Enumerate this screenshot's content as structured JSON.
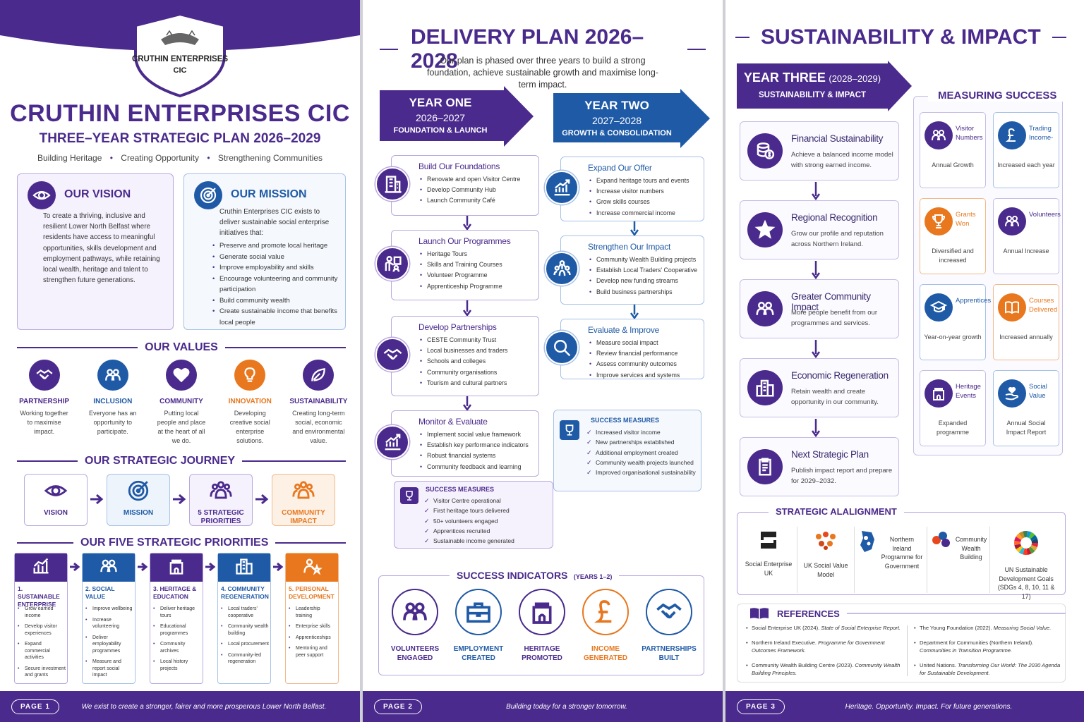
{
  "p1": {
    "logo_line1": "CRUTHIN ENTERPRISES",
    "logo_line2": "CIC",
    "title": "CRUTHIN ENTERPRISES CIC",
    "subtitle": "THREE–YEAR STRATEGIC PLAN 2026–2029",
    "tag1": "Building Heritage",
    "tag2": "Creating Opportunity",
    "tag3": "Strengthening Communities",
    "vision_title": "OUR VISION",
    "vision_text": "To create a thriving, inclusive and resilient Lower North Belfast where residents have access to meaningful opportunities, skills development and employment pathways, while retaining local wealth, heritage and talent to strengthen future generations.",
    "mission_title": "OUR MISSION",
    "mission_intro": "Cruthin Enterprises CIC exists to deliver sustainable social enterprise initiatives that:",
    "mission_items": [
      "Preserve and promote local heritage",
      "Generate social value",
      "Improve employability and skills",
      "Encourage volunteering and community participation",
      "Build community wealth",
      "Create sustainable income that benefits local people"
    ],
    "values_title": "OUR VALUES",
    "values": [
      {
        "name": "PARTNERSHIP",
        "desc": "Working together to maximise impact.",
        "color": "#4a2a8c"
      },
      {
        "name": "INCLUSION",
        "desc": "Everyone has an opportunity to participate.",
        "color": "#1f5aa6"
      },
      {
        "name": "COMMUNITY",
        "desc": "Putting local people and place at the heart of all we do.",
        "color": "#4a2a8c"
      },
      {
        "name": "INNOVATION",
        "desc": "Developing creative social enterprise solutions.",
        "color": "#e8771e"
      },
      {
        "name": "SUSTAINABILITY",
        "desc": "Creating long-term social, economic and environmental value.",
        "color": "#4a2a8c"
      }
    ],
    "journey_title": "OUR STRATEGIC JOURNEY",
    "journey": [
      "VISION",
      "MISSION",
      "5 STRATEGIC PRIORITIES",
      "COMMUNITY IMPACT"
    ],
    "priorities_title": "OUR FIVE STRATEGIC PRIORITIES",
    "priorities": [
      {
        "title": "1. SUSTAINABLE ENTERPRISE",
        "items": [
          "Grow earned income",
          "Develop visitor experiences",
          "Expand commercial activities",
          "Secure investment and grants"
        ],
        "color": "#4a2a8c"
      },
      {
        "title": "2. SOCIAL VALUE",
        "items": [
          "Improve wellbeing",
          "Increase volunteering",
          "Deliver employability programmes",
          "Measure and report social impact"
        ],
        "color": "#1f5aa6"
      },
      {
        "title": "3. HERITAGE & EDUCATION",
        "items": [
          "Deliver heritage tours",
          "Educational programmes",
          "Community archives",
          "Local history projects"
        ],
        "color": "#4a2a8c"
      },
      {
        "title": "4. COMMUNITY REGENERATION",
        "items": [
          "Local traders' cooperative",
          "Community wealth building",
          "Local procurement",
          "Community-led regeneration"
        ],
        "color": "#1f5aa6"
      },
      {
        "title": "5. PERSONAL DEVELOPMENT",
        "items": [
          "Leadership training",
          "Enterprise skills",
          "Apprenticeships",
          "Mentoring and peer support"
        ],
        "color": "#e8771e"
      }
    ],
    "page": "PAGE 1",
    "footer": "We exist to create a stronger, fairer and more prosperous Lower North Belfast."
  },
  "p2": {
    "title": "DELIVERY PLAN 2026–2028",
    "intro": "Our plan is phased over three years to build a strong foundation, achieve sustainable growth and maximise long-term impact.",
    "y1_title": "YEAR ONE",
    "y1_years": "2026–2027",
    "y1_sub": "FOUNDATION & LAUNCH",
    "y2_title": "YEAR TWO",
    "y2_years": "2027–2028",
    "y2_sub": "GROWTH & CONSOLIDATION",
    "y1_steps": [
      {
        "title": "Build Our Foundations",
        "items": [
          "Renovate and open Visitor Centre",
          "Develop Community Hub",
          "Launch Community Café"
        ]
      },
      {
        "title": "Launch Our Programmes",
        "items": [
          "Heritage Tours",
          "Skills and Training Courses",
          "Volunteer Programme",
          "Apprenticeship Programme"
        ]
      },
      {
        "title": "Develop Partnerships",
        "items": [
          "CESTE Community Trust",
          "Local businesses and traders",
          "Schools and colleges",
          "Community organisations",
          "Tourism and cultural partners"
        ]
      },
      {
        "title": "Monitor & Evaluate",
        "items": [
          "Implement social value framework",
          "Establish key performance indicators",
          "Robust financial systems",
          "Community feedback and learning"
        ]
      }
    ],
    "y2_steps": [
      {
        "title": "Expand Our Offer",
        "items": [
          "Expand heritage tours and events",
          "Increase visitor numbers",
          "Grow skills courses",
          "Increase commercial income"
        ]
      },
      {
        "title": "Strengthen Our Impact",
        "items": [
          "Community Wealth Building projects",
          "Establish Local Traders' Cooperative",
          "Develop new funding streams",
          "Build business partnerships"
        ]
      },
      {
        "title": "Evaluate & Improve",
        "items": [
          "Measure social impact",
          "Review financial performance",
          "Assess community outcomes",
          "Improve services and systems"
        ]
      }
    ],
    "sm1_title": "SUCCESS MEASURES",
    "sm1_items": [
      "Visitor Centre operational",
      "First heritage tours delivered",
      "50+ volunteers engaged",
      "Apprentices recruited",
      "Sustainable income generated"
    ],
    "sm2_title": "SUCCESS MEASURES",
    "sm2_items": [
      "Increased visitor income",
      "New partnerships established",
      "Additional employment created",
      "Community wealth projects launched",
      "Improved organisational sustainability"
    ],
    "ind_title": "SUCCESS INDICATORS",
    "ind_sub": "(YEARS 1–2)",
    "indicators": [
      {
        "line1": "VOLUNTEERS",
        "line2": "ENGAGED",
        "color": "#4a2a8c"
      },
      {
        "line1": "EMPLOYMENT",
        "line2": "CREATED",
        "color": "#1f5aa6"
      },
      {
        "line1": "HERITAGE",
        "line2": "PROMOTED",
        "color": "#4a2a8c"
      },
      {
        "line1": "INCOME",
        "line2": "GENERATED",
        "color": "#e8771e"
      },
      {
        "line1": "PARTNERSHIPS",
        "line2": "BUILT",
        "color": "#1f5aa6"
      }
    ],
    "page": "PAGE 2",
    "footer": "Building today for a stronger tomorrow."
  },
  "p3": {
    "title": "SUSTAINABILITY & IMPACT",
    "y3_title": "YEAR THREE",
    "y3_years": "(2028–2029)",
    "y3_sub": "SUSTAINABILITY & IMPACT",
    "y3_steps": [
      {
        "title": "Financial Sustainability",
        "desc": "Achieve a balanced income model with strong earned income."
      },
      {
        "title": "Regional Recognition",
        "desc": "Grow our profile and reputation across Northern Ireland."
      },
      {
        "title": "Greater Community Impact",
        "desc": "More people benefit from our programmes and services."
      },
      {
        "title": "Economic Regeneration",
        "desc": "Retain wealth and create opportunity in our community."
      },
      {
        "title": "Next Strategic Plan",
        "desc": "Publish impact report and prepare for 2029–2032."
      }
    ],
    "ms_title": "MEASURING SUCCESS",
    "measures": [
      {
        "label": "Visitor Numbers",
        "desc": "Annual Growth",
        "color": "#4a2a8c",
        "icon": "people-icon"
      },
      {
        "label": "Trading Income-",
        "desc": "Increased each year",
        "color": "#1f5aa6",
        "icon": "pound-icon"
      },
      {
        "label": "Grants Won",
        "desc": "Diversified and increased",
        "color": "#e8771e",
        "icon": "trophy-icon"
      },
      {
        "label": "Volunteers",
        "desc": "Annual Increase",
        "color": "#4a2a8c",
        "icon": "people-icon"
      },
      {
        "label": "Apprentices",
        "desc": "Year-on-year growth",
        "color": "#1f5aa6",
        "icon": "graduation-cap-icon"
      },
      {
        "label": "Courses Delivered",
        "desc": "Increased annually",
        "color": "#e8771e",
        "icon": "book-icon"
      },
      {
        "label": "Heritage Events",
        "desc": "Expanded programme",
        "color": "#4a2a8c",
        "icon": "castle-icon"
      },
      {
        "label": "Social Value",
        "desc": "Annual Social Impact Report",
        "color": "#1f5aa6",
        "icon": "hand-heart-icon"
      }
    ],
    "align_title": "STRATEGIC ALALIGNMENT",
    "align": [
      {
        "label": "Social Enterprise UK"
      },
      {
        "label": "UK Social Value Model"
      },
      {
        "label": "Northern Ireland Programme for Government"
      },
      {
        "label": "Community Wealth Building"
      },
      {
        "label": "UN Sustainable Development Goals (SDGs 4, 8, 10, 11 & 17)"
      }
    ],
    "ref_title": "REFERENCES",
    "refs_left": [
      {
        "a": "Social Enterprise UK (2024). ",
        "b": "State of Social Enterprise Report."
      },
      {
        "a": "Northern Ireland Executive. ",
        "b": "Programme for Government Outcomes Framework."
      },
      {
        "a": "Community Wealth Building Centre (2023). ",
        "b": "Community Wealth Building Principles."
      }
    ],
    "refs_right": [
      {
        "a": "The Young Foundation (2022). ",
        "b": "Measuring Social Value."
      },
      {
        "a": "Department for Communities (Northern Ireland). ",
        "b": "Communities in Transition Programme."
      },
      {
        "a": "United Nations. ",
        "b": "Transforming Our World: The 2030 Agenda for Sustainable Development."
      }
    ],
    "page": "PAGE 3",
    "footer": "Heritage. Opportunity. Impact. For future generations."
  }
}
